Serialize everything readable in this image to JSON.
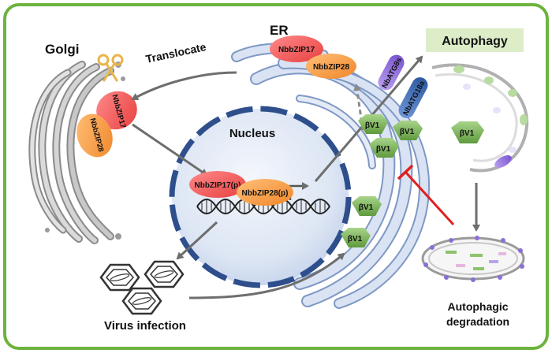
{
  "labels": {
    "golgi": "Golgi",
    "er": "ER",
    "nucleus": "Nucleus",
    "autophagy": "Autophagy",
    "translocate": "Translocate",
    "virus_infection": "Virus infection",
    "autophagic_degradation_line1": "Autophagic",
    "autophagic_degradation_line2": "degradation"
  },
  "proteins": {
    "bzip17": "NbbZIP17",
    "bzip28": "NbbZIP28",
    "bzip17_p": "NbbZIP17(p)",
    "bzip28_p": "NbbZIP28(p)",
    "atg8s": "NbATG8s",
    "atg18a": "NbATG18a",
    "bv1": "βV1"
  },
  "colors": {
    "frame": "#6db33f",
    "bzip17": "#f05a5a",
    "bzip28": "#f59a3c",
    "bv1": "#7db356",
    "atg8s": "#8b6fd6",
    "atg18a": "#3f6fb5",
    "er": "#c9d8ee",
    "nucleus_border": "#2e4f8c",
    "inhibit": "#e02020",
    "arrow": "#6e6e6e",
    "autophagy_box": "#dcedc8"
  }
}
